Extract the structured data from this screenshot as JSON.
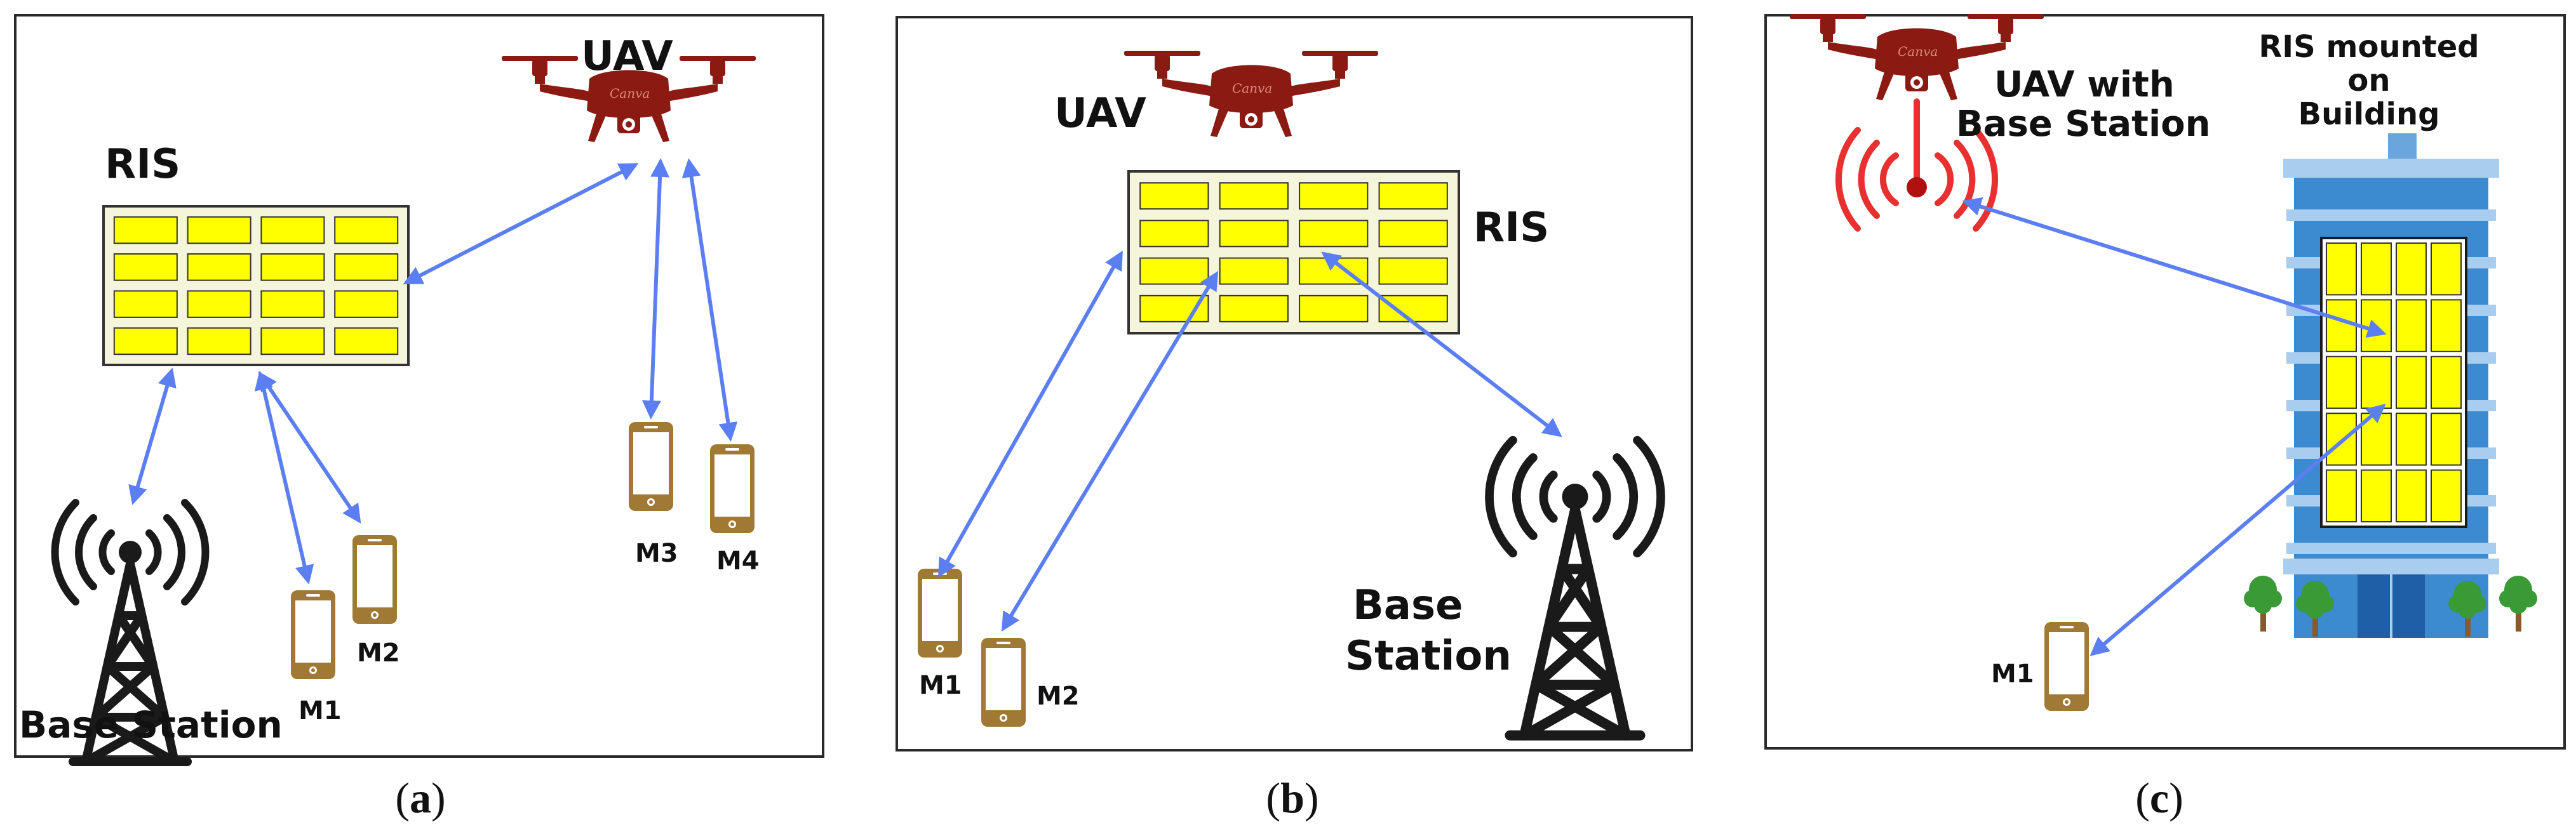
{
  "colors": {
    "arrow": "#5b7ff2",
    "uav": "#8b1a12",
    "ris_cell": "#ffff00",
    "ris_panel": "#f5f5dc",
    "phone": "#a07a35",
    "signal": "#e83030",
    "building": "#3c8ad0",
    "tree": "#3a9a35"
  },
  "icons": [
    "drone-icon",
    "ris-panel-icon",
    "cell-tower-icon",
    "phone-icon",
    "building-icon",
    "tree-icon",
    "signal-icon"
  ],
  "panel_a": {
    "uav_label": "UAV",
    "ris_label": "RIS",
    "bs_label": "Base Station",
    "m1": "M1",
    "m2": "M2",
    "m3": "M3",
    "m4": "M4",
    "caption_open": "(",
    "caption_letter": "a",
    "caption_close": ")"
  },
  "panel_b": {
    "uav_label": "UAV",
    "ris_label": "RIS",
    "bs_line1": "Base",
    "bs_line2": "Station",
    "m1": "M1",
    "m2": "M2",
    "caption_open": "(",
    "caption_letter": "b",
    "caption_close": ")"
  },
  "panel_c": {
    "uav_line1": "UAV with",
    "uav_line2": "Base Station",
    "ris_line1": "RIS mounted",
    "ris_line2": "on",
    "ris_line3": "Building",
    "m1": "M1",
    "caption_open": "(",
    "caption_letter": "c",
    "caption_close": ")"
  }
}
